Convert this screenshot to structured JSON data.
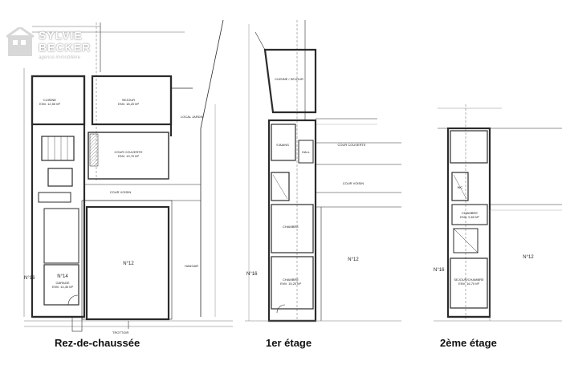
{
  "logo": {
    "line1": "SYLVIE",
    "line2": "BECKER",
    "line3": "agence immobilière"
  },
  "captions": {
    "ground": "Rez-de-chaussée",
    "first": "1er étage",
    "second": "2ème étage"
  },
  "ground_labels": {
    "cuisine": "CUISINE",
    "cuisine_area": "ENV. 12,50 M²",
    "sejour": "SEJOUR",
    "sejour_area": "ENV. 18,20 M²",
    "cour": "COUR COUVERTE",
    "cour_area": "ENV. 19,70 M²",
    "local": "LOCAL JARDIN",
    "cour_voisin": "COUR VOISIN",
    "n12": "N°12",
    "n14": "N°14",
    "n16": "N°16",
    "garage": "GARAGE",
    "garage_area": "ENV. 14,40 M²",
    "hangar": "HANGAR",
    "trottoir": "TROTTOIR"
  },
  "first_labels": {
    "cuisine": "CUISINE / SEJOUR",
    "cour": "COUR COUVERTE",
    "cour_voisin": "COUR VOISIN",
    "salle": "S.BAINS",
    "hall": "HALL",
    "chambre1": "CHAMBRE",
    "chambre2": "CHAMBRE",
    "chambre2_area": "ENV. 15,20 M²",
    "n12": "N°12",
    "n16": "N°16"
  },
  "second_labels": {
    "wc": "WC",
    "chambre": "CHAMBRE",
    "chambre_area": "ENV. 9,60 M²",
    "sdb": "SEJOUR/CHAMBRE",
    "sdb_area": "ENV. 16,70 M²",
    "n12": "N°12",
    "n16": "N°16"
  },
  "colors": {
    "wall": "#2b2b2b",
    "line": "#555555",
    "logo_box": "#d8d8d8"
  }
}
